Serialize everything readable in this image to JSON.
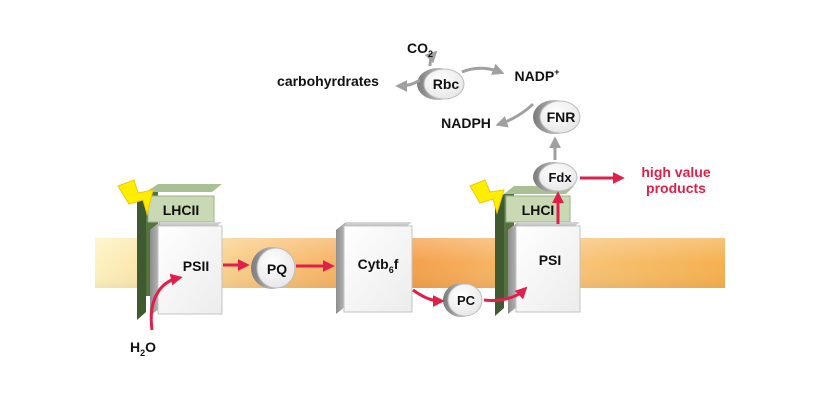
{
  "labels": {
    "lhcii": "LHCII",
    "psii": "PSII",
    "pq": "PQ",
    "cytb6f_main": "Cytb",
    "cytb6f_sub": "6",
    "cytb6f_end": "f",
    "pc": "PC",
    "lhci": "LHCI",
    "psi": "PSI",
    "fdx": "Fdx",
    "fnr": "FNR",
    "nadp_main": "NADP",
    "nadp_sup": "+",
    "nadph": "NADPH",
    "rbc": "Rbc",
    "co2_main": "CO",
    "co2_sub": "2",
    "carbohydrates": "carbohyrdrates",
    "water_h": "H",
    "water_sub": "2",
    "water_o": "O",
    "high_value_line1": "high value",
    "high_value_line2": "products"
  },
  "colors": {
    "electron_flow": "#e0204a",
    "cycle_arrow": "#a0a0a0",
    "lightning": "#ffee00",
    "membrane": "#f6a94a",
    "antenna_green": "#4d6b3c",
    "antenna_light": "#c8d9b4",
    "high_value_text": "#e0204a"
  }
}
